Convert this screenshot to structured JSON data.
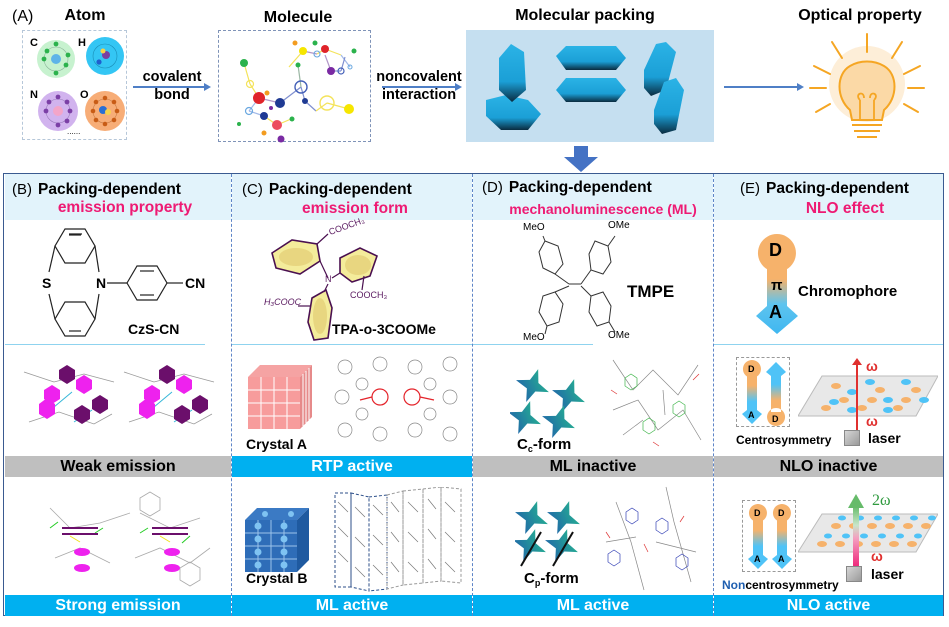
{
  "top_flow": {
    "panel_label": "(A)",
    "stages": [
      {
        "title": "Atom"
      },
      {
        "title": "Molecule"
      },
      {
        "title": "Molecular packing"
      },
      {
        "title": "Optical property"
      }
    ],
    "atoms": [
      {
        "symbol": "C",
        "color": "#b9f0c6"
      },
      {
        "symbol": "H",
        "color": "#2fc4f2"
      },
      {
        "symbol": "N",
        "color": "#c9a6e8"
      },
      {
        "symbol": "O",
        "color": "#f5a971"
      }
    ],
    "atoms_ellipsis": "......",
    "arrows": [
      {
        "line1": "covalent",
        "line2": "bond"
      },
      {
        "line1": "noncovalent",
        "line2": "interaction"
      }
    ]
  },
  "panels": [
    {
      "label": "(B)",
      "title": "Packing-dependent",
      "subtitle": "emission property",
      "molecule_name": "CzS-CN",
      "molecule_atoms": [
        "S",
        "N",
        "CN"
      ],
      "top_result": {
        "text": "Weak emission",
        "style": "grey"
      },
      "bottom_result": {
        "text": "Strong emission",
        "style": "blue"
      }
    },
    {
      "label": "(C)",
      "title": "Packing-dependent",
      "subtitle": "emission form",
      "molecule_name": "TPA-o-3COOMe",
      "molecule_groups": [
        "COOCH₃",
        "N",
        "COOCH₃",
        "H₃COOC"
      ],
      "crystal_a": "Crystal A",
      "crystal_b": "Crystal B",
      "top_result": {
        "text": "RTP active",
        "style": "blue"
      },
      "bottom_result": {
        "text": "ML active",
        "style": "blue"
      }
    },
    {
      "label": "(D)",
      "title": "Packing-dependent",
      "subtitle": "mechanoluminescence (ML)",
      "molecule_name": "TMPE",
      "molecule_groups": [
        "MeO",
        "OMe",
        "MeO",
        "OMe"
      ],
      "form_top": {
        "main": "C",
        "sub": "c",
        "rest": "-form"
      },
      "form_bottom": {
        "main": "C",
        "sub": "p",
        "rest": "-form"
      },
      "top_result": {
        "text": "ML inactive",
        "style": "grey"
      },
      "bottom_result": {
        "text": "ML active",
        "style": "blue"
      }
    },
    {
      "label": "(E)",
      "title": "Packing-dependent",
      "subtitle": "NLO effect",
      "chromophore": {
        "donor": "D",
        "bridge": "π",
        "acceptor": "A",
        "name": "Chromophore"
      },
      "omega": "ω",
      "two_omega": "2ω",
      "laser": "laser",
      "centro": "Centrosymmetry",
      "noncentro_prefix": "Non",
      "noncentro_rest": "centrosymmetry",
      "top_result": {
        "text": "NLO inactive",
        "style": "grey"
      },
      "bottom_result": {
        "text": "NLO active",
        "style": "blue"
      }
    }
  ],
  "colors": {
    "accent_pink": "#ee1a73",
    "bar_blue": "#00b0f0",
    "bar_grey": "#bfbfbf",
    "header_bg": "#e2f3fb",
    "arrow_blue": "#4f7fc6",
    "donor_orange": "#f6b26b",
    "acceptor_blue": "#4fc3f7",
    "bulb_orange": "#f5a623"
  }
}
